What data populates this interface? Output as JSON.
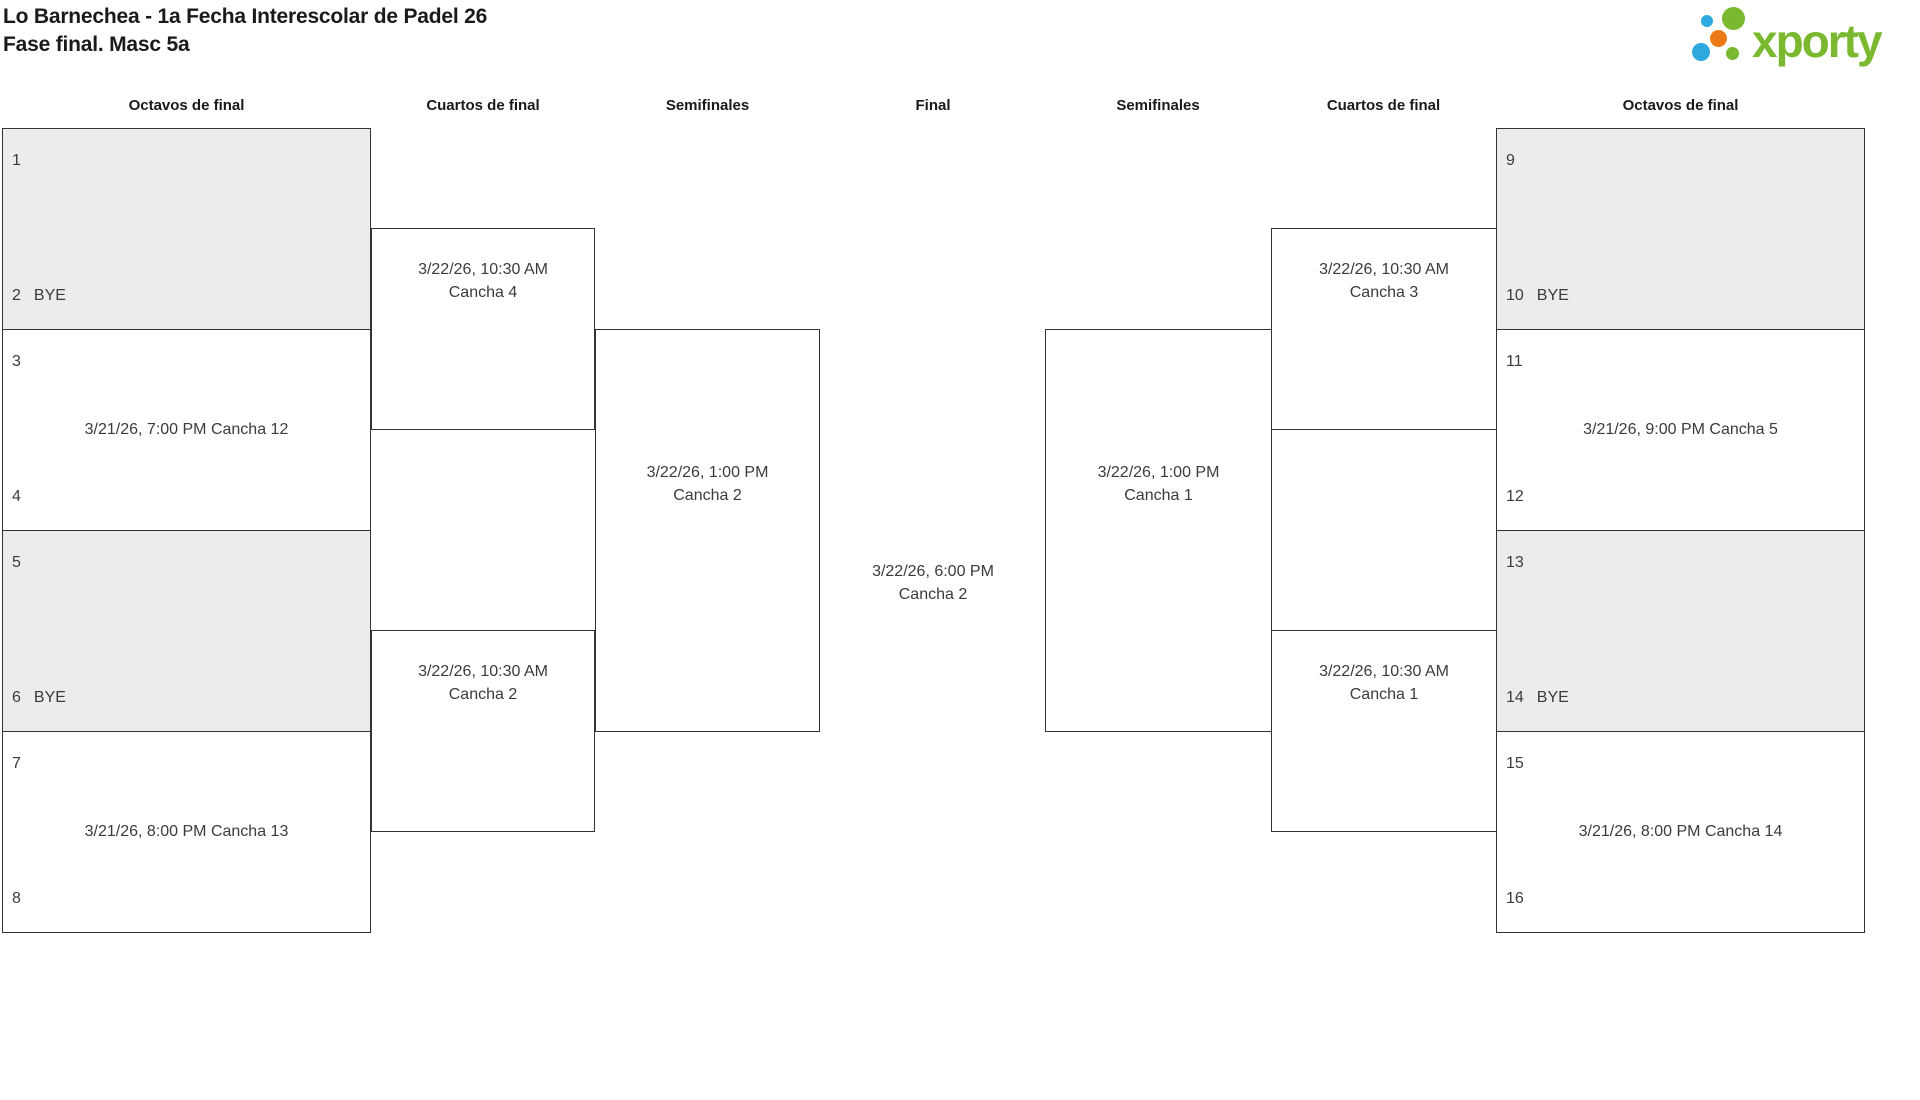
{
  "title": {
    "line1": "Lo Barnechea - 1a Fecha Interescolar de Padel 26",
    "line2": "Fase final. Masc 5a"
  },
  "logo": {
    "wordmark": "xporty"
  },
  "colors": {
    "logo_green": "#7ab82f",
    "logo_blue": "#2ea9e0",
    "logo_orange": "#ec7b17",
    "bye_box_bg": "#ececec",
    "box_border": "#333333",
    "text": "#3b3b3b",
    "heading": "#1a1a1a"
  },
  "rounds": [
    "Octavos de final",
    "Cuartos de final",
    "Semifinales",
    "Final",
    "Semifinales",
    "Cuartos de final",
    "Octavos de final"
  ],
  "octavos": [
    {
      "top_num": "1",
      "bottom_num": "2",
      "bye": "BYE"
    },
    {
      "top_num": "3",
      "bottom_num": "4",
      "schedule": "3/21/26, 7:00 PM Cancha 12"
    },
    {
      "top_num": "5",
      "bottom_num": "6",
      "bye": "BYE"
    },
    {
      "top_num": "7",
      "bottom_num": "8",
      "schedule": "3/21/26, 8:00 PM Cancha 13"
    },
    {
      "top_num": "9",
      "bottom_num": "10",
      "bye": "BYE"
    },
    {
      "top_num": "11",
      "bottom_num": "12",
      "schedule": "3/21/26, 9:00 PM Cancha 5"
    },
    {
      "top_num": "13",
      "bottom_num": "14",
      "bye": "BYE"
    },
    {
      "top_num": "15",
      "bottom_num": "16",
      "schedule": "3/21/26, 8:00 PM Cancha 14"
    }
  ],
  "cuartos": [
    {
      "datetime": "3/22/26, 10:30 AM",
      "court": "Cancha 4"
    },
    {
      "datetime": "3/22/26, 10:30 AM",
      "court": "Cancha 2"
    },
    {
      "datetime": "3/22/26, 10:30 AM",
      "court": "Cancha 3"
    },
    {
      "datetime": "3/22/26, 10:30 AM",
      "court": "Cancha 1"
    }
  ],
  "semifinales": [
    {
      "datetime": "3/22/26, 1:00 PM",
      "court": "Cancha 2"
    },
    {
      "datetime": "3/22/26, 1:00 PM",
      "court": "Cancha 1"
    }
  ],
  "final": {
    "datetime": "3/22/26, 6:00 PM",
    "court": "Cancha 2"
  }
}
